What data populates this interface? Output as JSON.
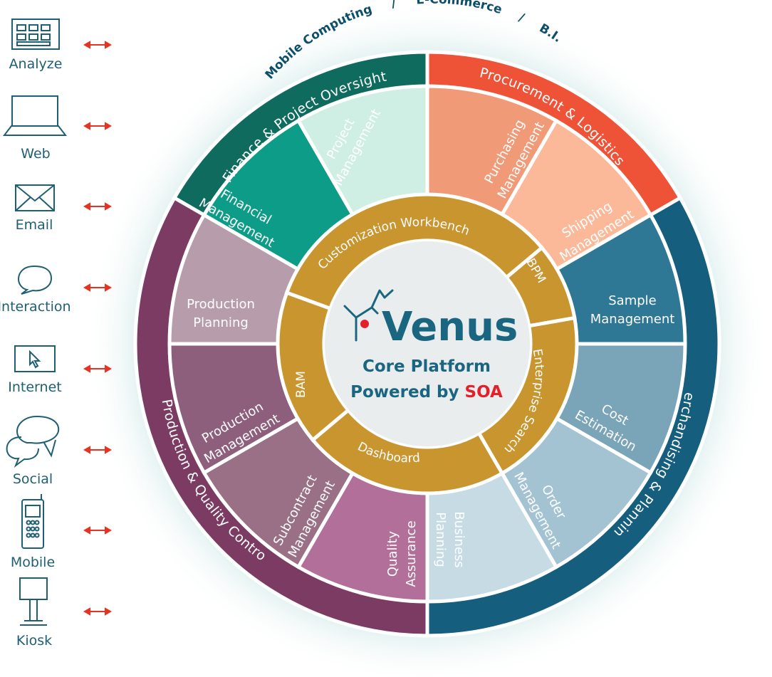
{
  "channels": [
    {
      "label": "Analyze",
      "icon": "analyze-icon"
    },
    {
      "label": "Web",
      "icon": "laptop-icon"
    },
    {
      "label": "Email",
      "icon": "envelope-icon"
    },
    {
      "label": "Interaction",
      "icon": "chat-bubble-icon"
    },
    {
      "label": "Internet",
      "icon": "cursor-screen-icon"
    },
    {
      "label": "Social",
      "icon": "speech-bubbles-icon"
    },
    {
      "label": "Mobile",
      "icon": "mobile-phone-icon"
    },
    {
      "label": "Kiosk",
      "icon": "kiosk-icon"
    }
  ],
  "top_labels": {
    "mobile": "Mobile Computing",
    "sep1": "/",
    "ecommerce": "E-Commerce",
    "sep2": "/",
    "bi": "B.I."
  },
  "outer_ring": {
    "finance": "Finance & Project Oversight",
    "procurement": "Procurement & Logistics",
    "merchandising": "Merchandising & Planning",
    "production": "Production & Quality Control"
  },
  "modules": {
    "project_management": [
      "Project",
      "Management"
    ],
    "financial_management": [
      "Financial",
      "Management"
    ],
    "purchasing_management": [
      "Purchasing",
      "Management"
    ],
    "shipping_management": [
      "Shipping",
      "Management"
    ],
    "sample_management": [
      "Sample",
      "Management"
    ],
    "cost_estimation": [
      "Cost",
      "Estimation"
    ],
    "order_management": [
      "Order",
      "Management"
    ],
    "business_planning": [
      "Business",
      "Planning"
    ],
    "quality_assurance": [
      "Quality",
      "Assurance"
    ],
    "subcontract_management": [
      "Subcontract",
      "Management"
    ],
    "production_management": [
      "Production",
      "Management"
    ],
    "production_planning": [
      "Production",
      "Planning"
    ]
  },
  "inner_ring": {
    "customization": "Customization Workbench",
    "bpm": "BPM",
    "enterprise_search": "Enterprise Search",
    "dashboard": "Dashboard",
    "bam": "BAM"
  },
  "center": {
    "logo": "Venus",
    "line1": "Core Platform",
    "line2_prefix": "Powered by ",
    "line2_highlight": "SOA"
  },
  "colors": {
    "teal_dark": "#0e6b5e",
    "teal": "#0d9c88",
    "teal_light": "#cfeee4",
    "orange_dark": "#ee5338",
    "orange": "#f19a77",
    "orange_light": "#fcb99a",
    "blue_dark": "#155e7d",
    "blue": "#2e7896",
    "blue_mid": "#7aa4b8",
    "blue_light": "#a3c3d2",
    "blue_pale": "#c6dbe4",
    "purple_dark": "#7c3b62",
    "purple": "#b26f99",
    "mauve": "#997085",
    "mauve_mid": "#8e5f7c",
    "mauve_light": "#b79cac",
    "gold": "#c9952f",
    "center_bg": "#e9edee",
    "arrow": "#e63322",
    "accent_red": "#e4202a"
  }
}
